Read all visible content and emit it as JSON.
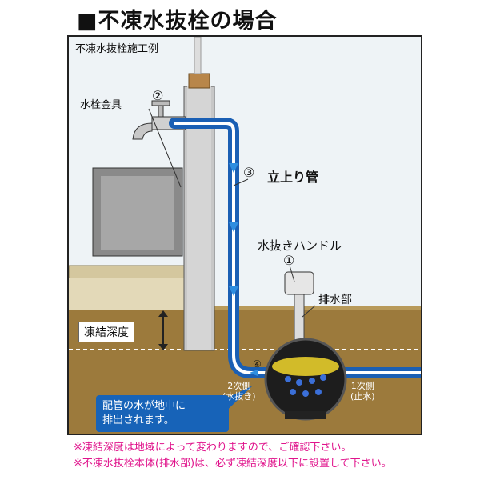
{
  "heading": "■不凍水抜栓の場合",
  "figure": {
    "subtitle": "不凍水抜栓施工例",
    "labels": {
      "faucet": "水栓金具",
      "riser": "立上り管",
      "handle": "水抜きハンドル",
      "drain": "排水部",
      "frost_depth": "凍結深度",
      "secondary": "2次側",
      "secondary_sub": "(水抜き)",
      "primary": "1次側",
      "primary_sub": "(止水)"
    },
    "numbers": {
      "n1": "①",
      "n2": "②",
      "n3": "③",
      "n4": "④"
    },
    "callout": [
      "配管の水が地中に",
      "排出されます。"
    ]
  },
  "notes": [
    "※凍結深度は地域によって変わりますので、ご確認下さい。",
    "※不凍水抜栓本体(排水部)は、必ず凍結深度以下に設置して下さい。"
  ],
  "colors": {
    "soil": "#9c7a3c",
    "wall": "#e3d9b8",
    "pipe": "#1a5fb4",
    "accent_note": "#e0148c",
    "callout_bg": "#1763b8"
  }
}
